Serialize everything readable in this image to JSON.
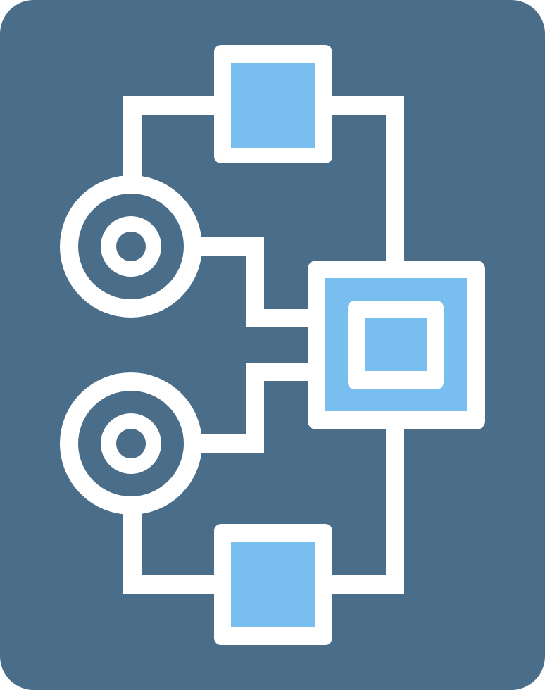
{
  "icon": {
    "name": "workflow-diagram-icon",
    "colors": {
      "background": "#4A6D8A",
      "stroke": "#FFFFFF",
      "fill_accent": "#78BFF0"
    },
    "nodes": [
      {
        "name": "process-box-top",
        "shape": "square"
      },
      {
        "name": "process-box-center",
        "shape": "square"
      },
      {
        "name": "process-box-bottom",
        "shape": "square"
      },
      {
        "name": "start-node-upper",
        "shape": "circle"
      },
      {
        "name": "start-node-lower",
        "shape": "circle"
      }
    ]
  }
}
